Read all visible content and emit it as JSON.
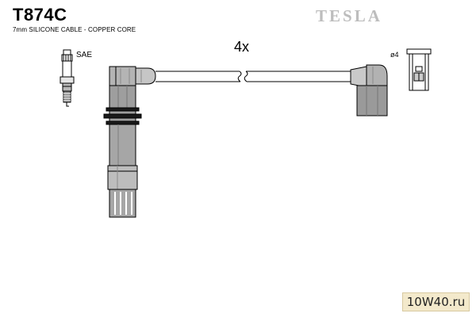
{
  "header": {
    "part_number": "T874C",
    "description": "7mm SILICONE CABLE - COPPER CORE",
    "brand": "TESLA"
  },
  "diagram": {
    "quantity_label": "4x",
    "spark_plug_label": "SAE",
    "distributor_label": "ø4"
  },
  "watermark": {
    "text": "10W40.ru"
  }
}
